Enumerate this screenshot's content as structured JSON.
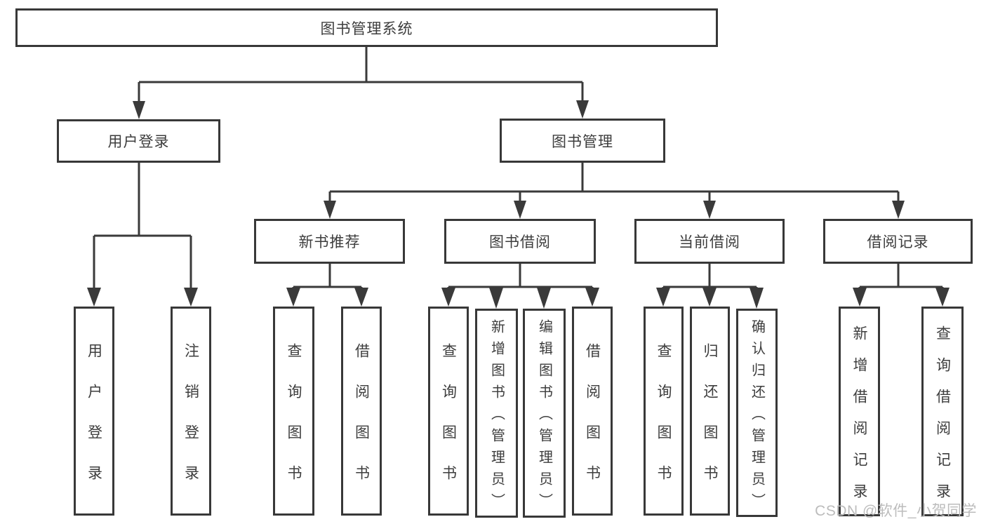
{
  "colors": {
    "line": "#3a3a3a",
    "box_border": "#383838",
    "text": "#3d3d3d",
    "watermark": "#bcbcbc",
    "background": "#ffffff"
  },
  "watermark": "CSDN @软件_小贺同学",
  "tree": {
    "root": {
      "label": "图书管理系统",
      "children": [
        {
          "label": "用户登录",
          "children": [
            {
              "label": "用户登录"
            },
            {
              "label": "注销登录"
            }
          ]
        },
        {
          "label": "图书管理",
          "children": [
            {
              "label": "新书推荐",
              "children": [
                {
                  "label": "查询图书"
                },
                {
                  "label": "借阅图书"
                }
              ]
            },
            {
              "label": "图书借阅",
              "children": [
                {
                  "label": "查询图书"
                },
                {
                  "label": "新增图书（管理员）"
                },
                {
                  "label": "编辑图书（管理员）"
                },
                {
                  "label": "借阅图书"
                }
              ]
            },
            {
              "label": "当前借阅",
              "children": [
                {
                  "label": "查询图书"
                },
                {
                  "label": "归还图书"
                },
                {
                  "label": "确认归还（管理员）"
                }
              ]
            },
            {
              "label": "借阅记录",
              "children": [
                {
                  "label": "新增借阅记录"
                },
                {
                  "label": "查询借阅记录"
                }
              ]
            }
          ]
        }
      ]
    }
  }
}
